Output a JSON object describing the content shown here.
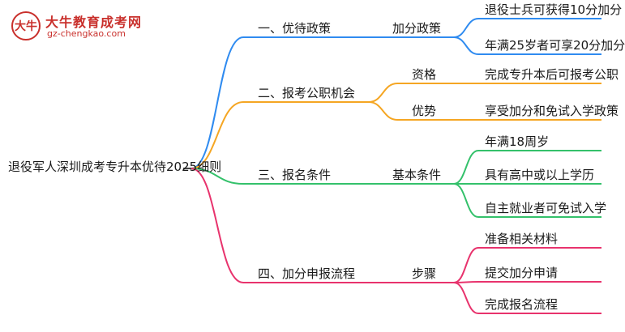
{
  "brand": {
    "mark": "大牛",
    "name": "大牛教育成考网",
    "url": "gz-chengkao.com"
  },
  "root": "退役军人深圳成考专升本优待2025细则",
  "colors": {
    "blue": "#2f8bf0",
    "orange": "#f5a623",
    "green": "#34c16b",
    "pink": "#e8336d"
  },
  "branches": [
    {
      "label": "一、优待政策",
      "color": "blue",
      "children": [
        {
          "label": "加分政策",
          "leaves": [
            "退役士兵可获得10分加分",
            "年满25岁者可享20分加分"
          ]
        }
      ]
    },
    {
      "label": "二、报考公职机会",
      "color": "orange",
      "children": [
        {
          "label": "资格",
          "leaves": [
            "完成专升本后可报考公职"
          ]
        },
        {
          "label": "优势",
          "leaves": [
            "享受加分和免试入学政策"
          ]
        }
      ]
    },
    {
      "label": "三、报名条件",
      "color": "green",
      "children": [
        {
          "label": "基本条件",
          "leaves": [
            "年满18周岁",
            "具有高中或以上学历",
            "自主就业者可免试入学"
          ]
        }
      ]
    },
    {
      "label": "四、加分申报流程",
      "color": "pink",
      "children": [
        {
          "label": "步骤",
          "leaves": [
            "准备相关材料",
            "提交加分申请",
            "完成报名流程"
          ]
        }
      ]
    }
  ]
}
